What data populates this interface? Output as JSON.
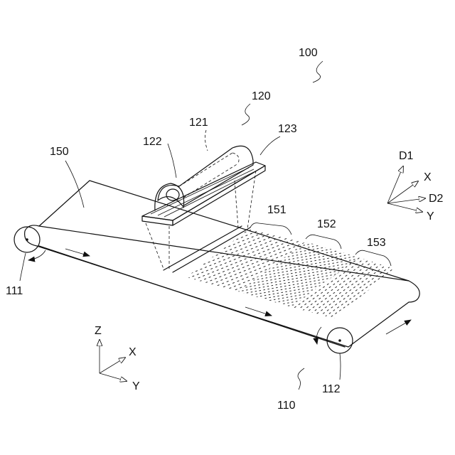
{
  "labels": {
    "system": "100",
    "conveyor": "110",
    "roller_left": "111",
    "roller_right": "112",
    "unit": "120",
    "lamp": "121",
    "housing": "122",
    "base_plate": "123",
    "belt": "150",
    "zone_1": "151",
    "zone_2": "152",
    "zone_3": "153"
  },
  "axes_main": {
    "z": "Z",
    "x": "X",
    "y": "Y"
  },
  "axes_detail": {
    "d1": "D1",
    "x": "X",
    "d2": "D2",
    "y": "Y"
  }
}
